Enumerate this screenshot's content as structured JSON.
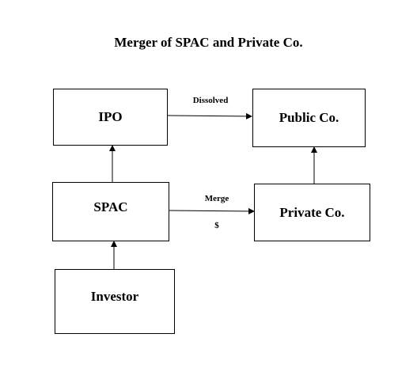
{
  "title": "Merger of SPAC and Private Co.",
  "boxes": {
    "ipo": "IPO",
    "public_co": "Public Co.",
    "spac": "SPAC",
    "private_co": "Private Co.",
    "investor": "Investor"
  },
  "edge_labels": {
    "dissolved": "Dissolved",
    "merge": "Merge",
    "dollar": "$"
  },
  "colors": {
    "stroke": "#000000",
    "background": "#ffffff"
  }
}
